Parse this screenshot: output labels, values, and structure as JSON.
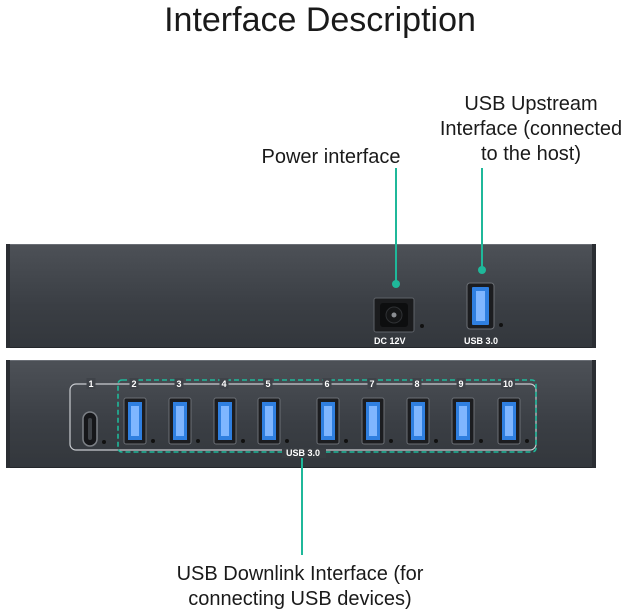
{
  "title": "Interface Description",
  "callouts": {
    "power": "Power interface",
    "upstream_line1": "USB Upstream",
    "upstream_line2": "Interface (connected",
    "upstream_line3": "to the host)",
    "downlink_line1": "USB Downlink Interface (for",
    "downlink_line2": "connecting USB devices)"
  },
  "rear_panel": {
    "dc_label": "DC 12V",
    "usb_label": "USB 3.0"
  },
  "front_panel": {
    "group_label": "USB 3.0",
    "port_numbers": [
      "1",
      "2",
      "3",
      "4",
      "5",
      "6",
      "7",
      "8",
      "9",
      "10"
    ]
  },
  "colors": {
    "accent": "#1fb89a",
    "panel": "#3d4147",
    "usb_blue": "#2f7fe0"
  }
}
